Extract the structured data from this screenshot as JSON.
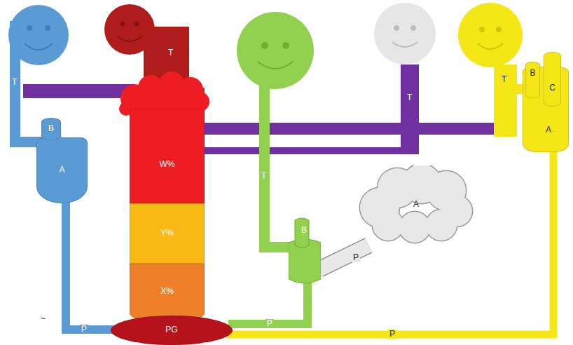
{
  "diagram": {
    "nodes": [
      {
        "text": [
          "B"
        ]
      },
      {
        "text": [
          "A"
        ]
      },
      {
        "text": [
          "W%"
        ]
      },
      {
        "text": [
          "Y%"
        ]
      },
      {
        "text": [
          "X%"
        ]
      },
      {
        "text": [
          "PG"
        ]
      },
      {
        "text": [
          "B"
        ]
      },
      {
        "text": [
          "A"
        ]
      },
      {
        "text": [
          "B"
        ]
      },
      {
        "text": [
          "C"
        ]
      },
      {
        "text": [
          "A"
        ]
      }
    ],
    "edges": [
      {
        "from": 1,
        "to": 5,
        "label": "P",
        "arrow": "none"
      },
      {
        "from": 6,
        "to": 5,
        "label": "P",
        "arrow": "none"
      },
      {
        "from": 6,
        "to": 7,
        "label": "P",
        "arrow": "none"
      },
      {
        "from": 10,
        "to": 5,
        "label": "P",
        "arrow": "none"
      }
    ],
    "labels": [
      "T",
      "T",
      "T",
      "T",
      "T",
      "~"
    ]
  }
}
